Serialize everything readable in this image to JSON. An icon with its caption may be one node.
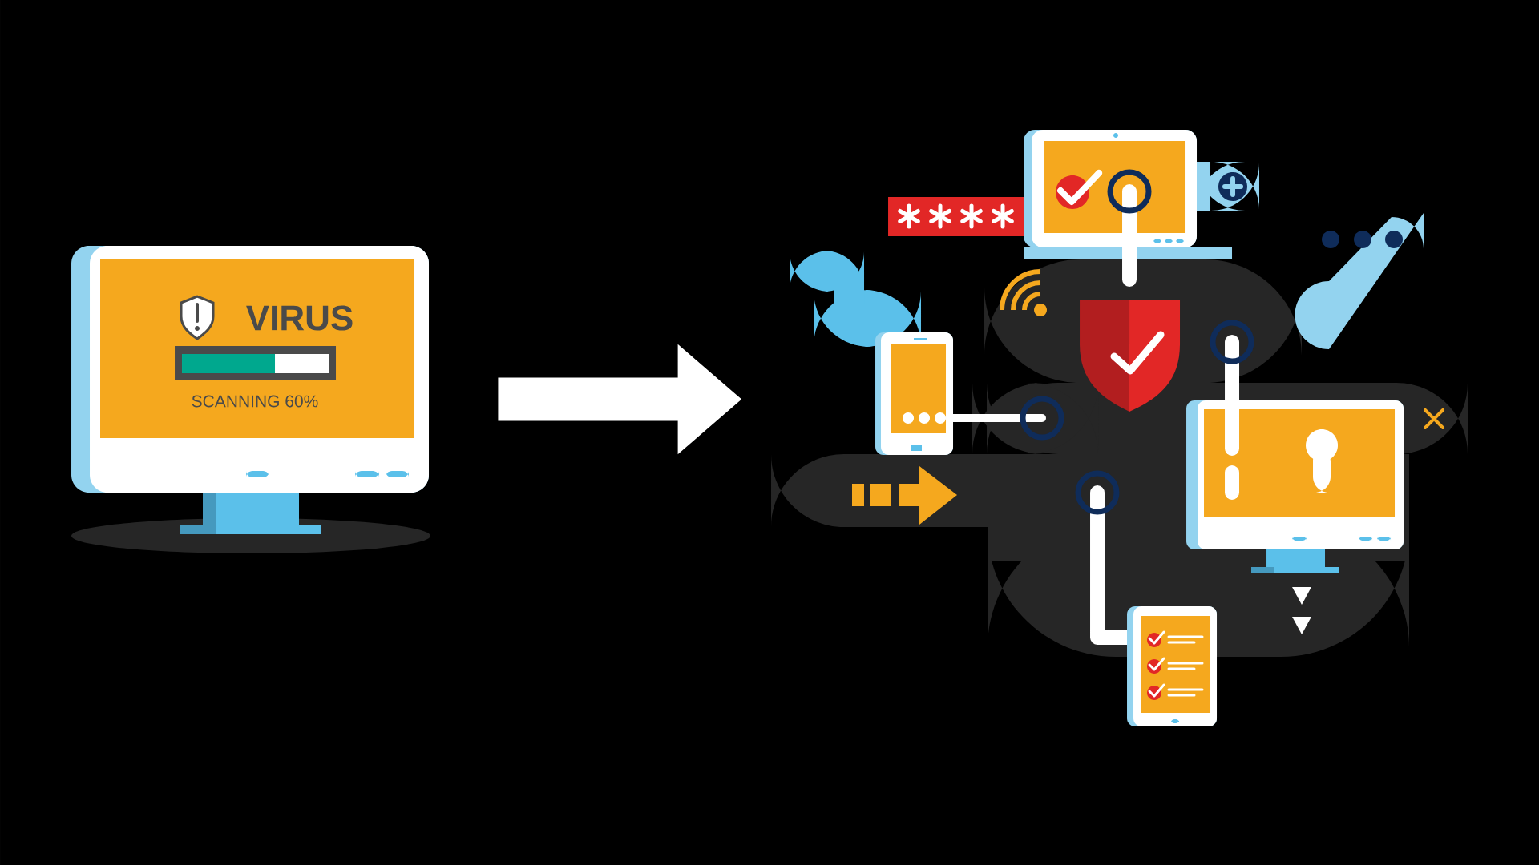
{
  "diagram": {
    "nodes": [
      {
        "text": [
          "VIRUS",
          "SCANNING 60%"
        ]
      },
      {
        "text": [],
        "shape": "picture"
      }
    ],
    "edges": [
      {
        "from": 0,
        "to": 1,
        "arrow": "to"
      }
    ]
  }
}
